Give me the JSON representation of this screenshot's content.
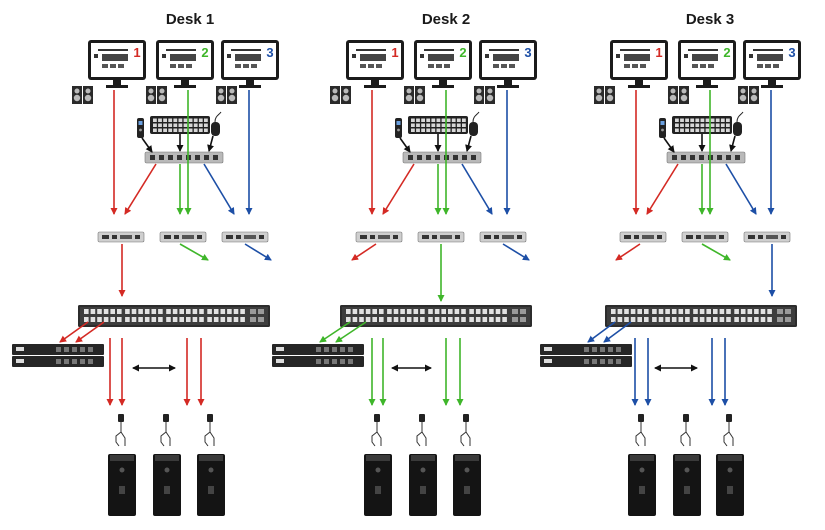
{
  "title": "",
  "colors": {
    "red": "#d42a24",
    "green": "#3fb62a",
    "blue": "#1d4fa6",
    "black": "#111111",
    "device": "#3a3a3a",
    "unit": "#b9b9b9"
  },
  "desks": [
    {
      "label": "Desk 1",
      "monitors": [
        {
          "number": "1",
          "color": "red"
        },
        {
          "number": "2",
          "color": "green"
        },
        {
          "number": "3",
          "color": "blue"
        }
      ],
      "active_color": "red"
    },
    {
      "label": "Desk 2",
      "monitors": [
        {
          "number": "1",
          "color": "red"
        },
        {
          "number": "2",
          "color": "green"
        },
        {
          "number": "3",
          "color": "blue"
        }
      ],
      "active_color": "green"
    },
    {
      "label": "Desk 3",
      "monitors": [
        {
          "number": "1",
          "color": "red"
        },
        {
          "number": "2",
          "color": "green"
        },
        {
          "number": "3",
          "color": "blue"
        }
      ],
      "active_color": "blue"
    }
  ],
  "icons": {
    "monitor": "monitor-icon",
    "speaker": "speaker-icon",
    "keyboard": "keyboard-icon",
    "mouse": "mouse-icon",
    "remote": "remote-icon",
    "console": "kvm-console-unit-icon",
    "extender": "kvm-extender-unit-icon",
    "switch": "network-switch-icon",
    "transmitter": "transmitter-unit-icon",
    "computer": "computer-tower-icon",
    "link": "double-arrow-icon"
  }
}
